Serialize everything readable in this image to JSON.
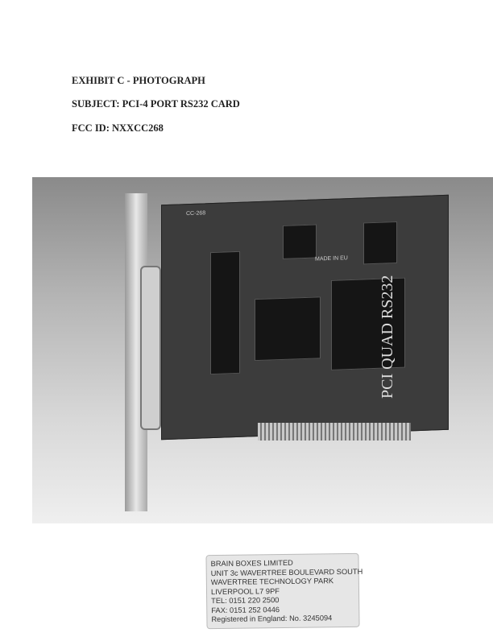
{
  "header": {
    "exhibit": "EXHIBIT C - PHOTOGRAPH",
    "subject": "SUBJECT: PCI-4 PORT RS232 CARD",
    "fcc_id": "FCC ID: NXXCC268"
  },
  "photo": {
    "board_label": "PCI QUAD RS232",
    "model_mark": "CC-268",
    "origin_mark": "MADE IN EU"
  },
  "address_stamp": {
    "lines": [
      "BRAIN BOXES LIMITED",
      "UNIT 3c WAVERTREE BOULEVARD SOUTH",
      "WAVERTREE TECHNOLOGY PARK",
      "LIVERPOOL L7 9PF",
      "TEL: 0151 220 2500",
      "FAX: 0151 252 0446",
      "Registered in England: No. 3245094"
    ]
  }
}
